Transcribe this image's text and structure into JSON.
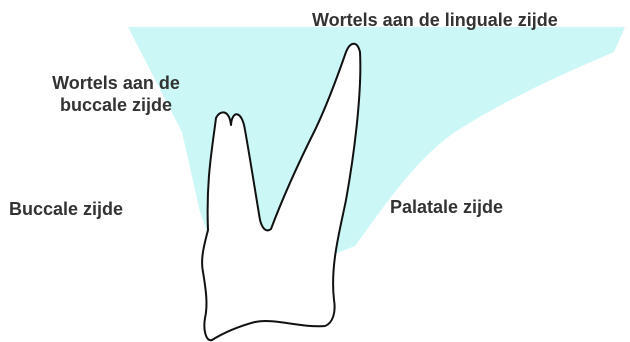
{
  "diagram": {
    "labels": {
      "lingual_roots": "Wortels aan de linguale zijde",
      "buccal_roots_line1": "Wortels aan de",
      "buccal_roots_line2": "buccale zijde",
      "buccal_side": "Buccale zijde",
      "palatal_side": "Palatale zijde"
    },
    "colors": {
      "bone_region": "#ccf7f7",
      "tooth_fill": "#ffffff",
      "tooth_outline": "#111111",
      "text": "#333333"
    }
  }
}
